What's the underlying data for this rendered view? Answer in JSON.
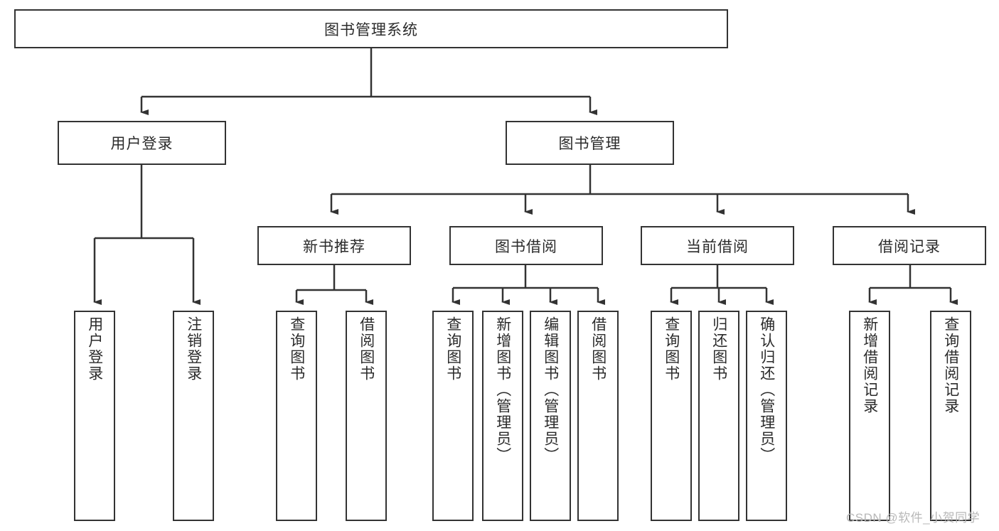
{
  "diagram": {
    "title_node": {
      "label": "图书管理系统"
    },
    "level2": [
      {
        "id": "user-login",
        "label": "用户登录"
      },
      {
        "id": "book-manage",
        "label": "图书管理"
      }
    ],
    "level3": [
      {
        "id": "new-book-recommend",
        "label": "新书推荐"
      },
      {
        "id": "book-borrow",
        "label": "图书借阅"
      },
      {
        "id": "current-borrow",
        "label": "当前借阅"
      },
      {
        "id": "borrow-record",
        "label": "借阅记录"
      }
    ],
    "leaves": {
      "user_login": [
        {
          "id": "leaf-user-login",
          "label": "用户登录"
        },
        {
          "id": "leaf-logout-login",
          "label": "注销登录"
        }
      ],
      "new_book_recommend": [
        {
          "id": "leaf-query-book-1",
          "label": "查询图书"
        },
        {
          "id": "leaf-borrow-book-1",
          "label": "借阅图书"
        }
      ],
      "book_borrow": [
        {
          "id": "leaf-query-book-2",
          "label": "查询图书"
        },
        {
          "id": "leaf-add-book",
          "label": "新增图书（管理员）"
        },
        {
          "id": "leaf-edit-book",
          "label": "编辑图书（管理员）"
        },
        {
          "id": "leaf-borrow-book-2",
          "label": "借阅图书"
        }
      ],
      "current_borrow": [
        {
          "id": "leaf-query-book-3",
          "label": "查询图书"
        },
        {
          "id": "leaf-return-book",
          "label": "归还图书"
        },
        {
          "id": "leaf-confirm-return",
          "label": "确认归还（管理员）"
        }
      ],
      "borrow_record": [
        {
          "id": "leaf-add-borrow-record",
          "label": "新增借阅记录"
        },
        {
          "id": "leaf-query-borrow-record",
          "label": "查询借阅记录"
        }
      ]
    }
  },
  "watermark": {
    "text": "CSDN @软件_小贺同学"
  },
  "colors": {
    "border": "#333333",
    "text": "#2b2b2b",
    "background": "#ffffff",
    "watermark": "#b8b8b8"
  }
}
